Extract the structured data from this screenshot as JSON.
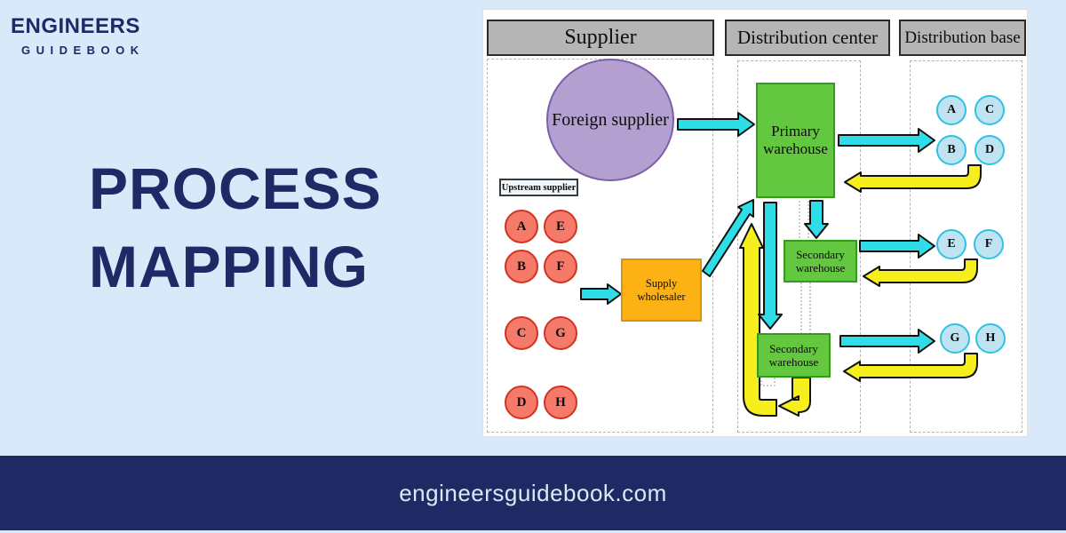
{
  "brand": {
    "name_top": "ENGINEERS",
    "name_bottom": "GUIDEBOOK"
  },
  "hero": {
    "title_line1": "PROCESS",
    "title_line2": "MAPPING"
  },
  "footer": {
    "website": "engineersguidebook.com"
  },
  "diagram": {
    "column_headers": [
      "Supplier",
      "Distribution center",
      "Distribution base"
    ],
    "nodes": {
      "foreign_supplier": "Foreign supplier",
      "upstream_supplier_label": "Upstream supplier",
      "supply_wholesaler": "Supply wholesaler",
      "primary_warehouse": "Primary warehouse",
      "secondary_warehouse_1": "Secondary warehouse",
      "secondary_warehouse_2": "Secondary warehouse"
    },
    "upstream_circles": [
      "A",
      "E",
      "B",
      "F",
      "C",
      "G",
      "D",
      "H"
    ],
    "base_circles": {
      "group1": [
        "A",
        "C",
        "B",
        "D"
      ],
      "group2": [
        "E",
        "F"
      ],
      "group3": [
        "G",
        "H"
      ]
    },
    "colors": {
      "cyan_arrow": "#2fdde8",
      "yellow_arrow": "#f7ef1d",
      "green_box": "#63c83f",
      "green_border": "#2f9e1a",
      "orange_box": "#fcb215",
      "orange_border": "#dd9404",
      "purple_node": "#b49fd1",
      "purple_border": "#7d5fa8",
      "red_circle": "#f57a6a",
      "red_border": "#d23420",
      "blue_circle": "#bfe3f0",
      "blue_border": "#2ec2e4",
      "header_gray": "#b5b5b5"
    }
  },
  "theme": {
    "page_bg": "#d9e9fa",
    "navy": "#1d2a66",
    "footer_bg": "#1f2a64",
    "footer_text": "#dde8f7"
  }
}
